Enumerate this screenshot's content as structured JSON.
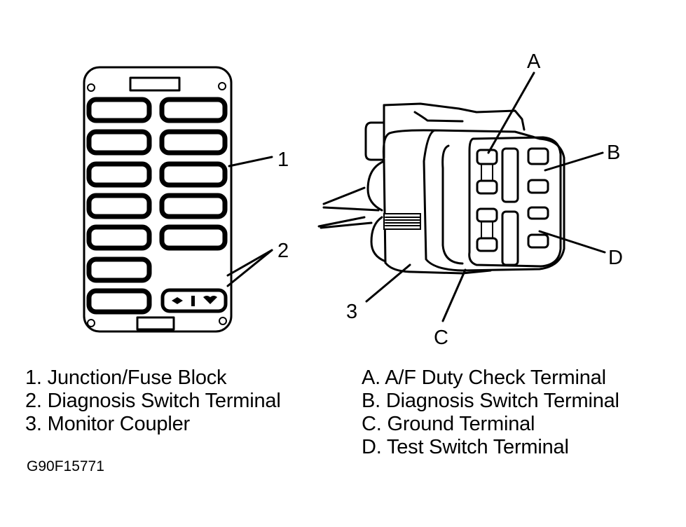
{
  "callouts": {
    "junction_block": "1",
    "diagnosis_switch": "2",
    "monitor_coupler": "3",
    "terminal_a": "A",
    "terminal_b": "B",
    "terminal_c": "C",
    "terminal_d": "D"
  },
  "legend_left": [
    {
      "label": "1. Junction/Fuse Block"
    },
    {
      "label": "2. Diagnosis Switch Terminal"
    },
    {
      "label": "3. Monitor Coupler"
    }
  ],
  "legend_right": [
    {
      "label": "A. A/F Duty Check Terminal"
    },
    {
      "label": "B. Diagnosis Switch Terminal"
    },
    {
      "label": "C. Ground Terminal"
    },
    {
      "label": "D. Test Switch Terminal"
    }
  ],
  "figure_id": "G90F15771"
}
